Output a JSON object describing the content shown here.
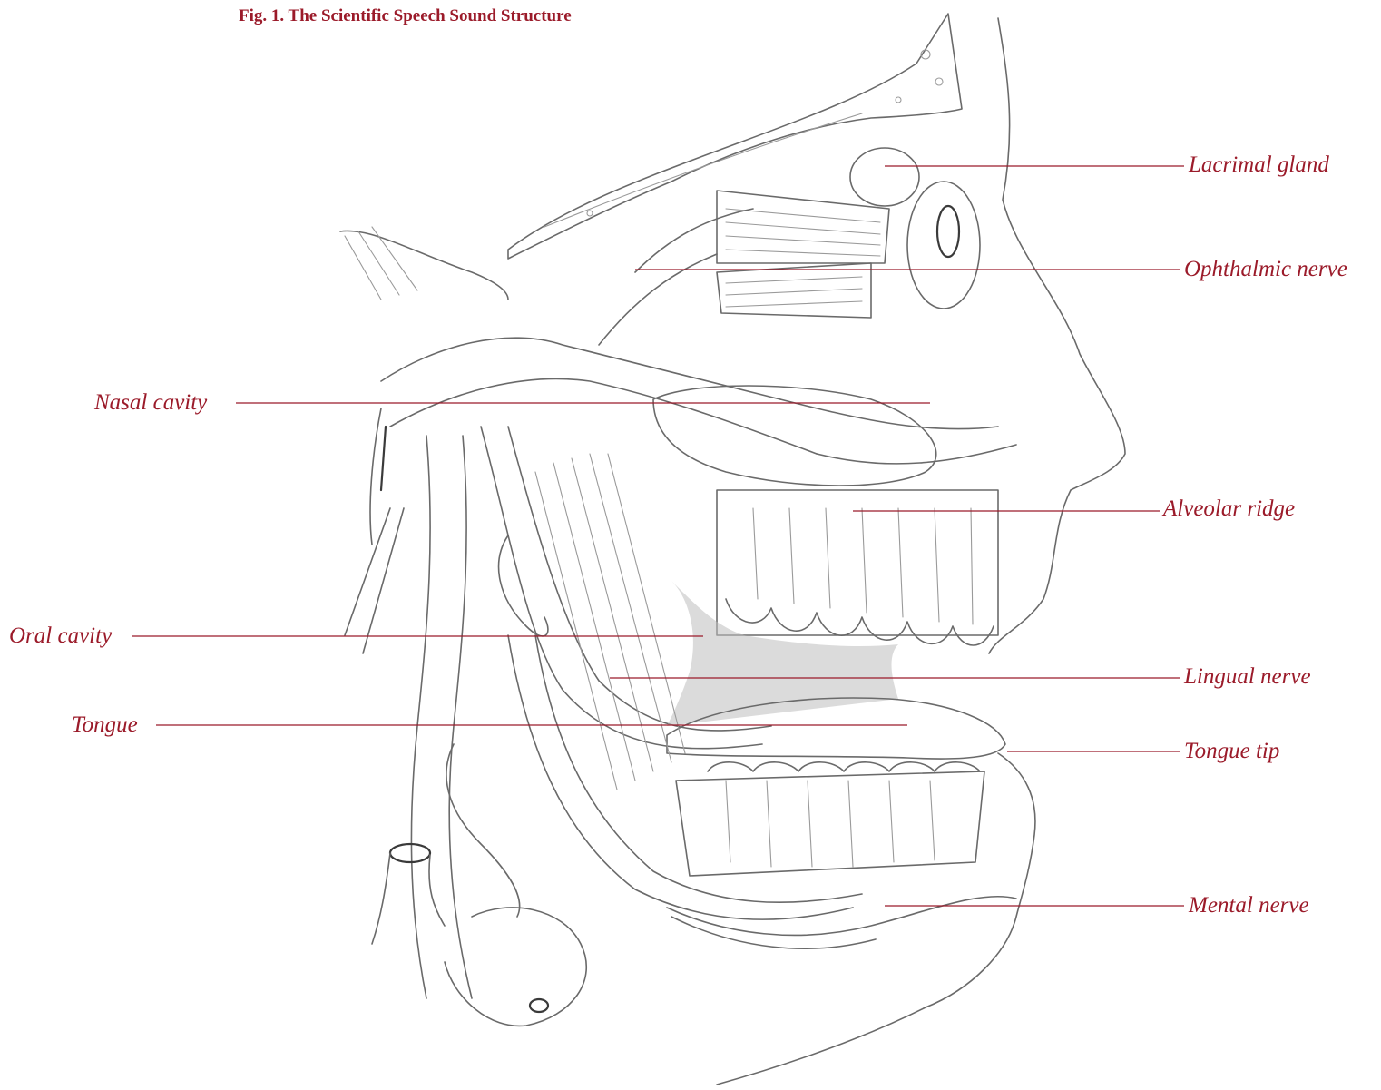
{
  "figure": {
    "title": "Fig. 1. The Scientific Speech Sound Structure"
  },
  "labels": {
    "lacrimal_gland": "Lacrimal gland",
    "ophthalmic_nerve": "Ophthalmic nerve",
    "nasal_cavity": "Nasal cavity",
    "alveolar_ridge": "Alveolar ridge",
    "oral_cavity": "Oral cavity",
    "lingual_nerve": "Lingual nerve",
    "tongue": "Tongue",
    "tongue_tip": "Tongue tip",
    "mental_nerve": "Mental nerve"
  },
  "colors": {
    "label": "#9b1b2a",
    "sketch": "#6a6a6a",
    "background": "#ffffff"
  }
}
